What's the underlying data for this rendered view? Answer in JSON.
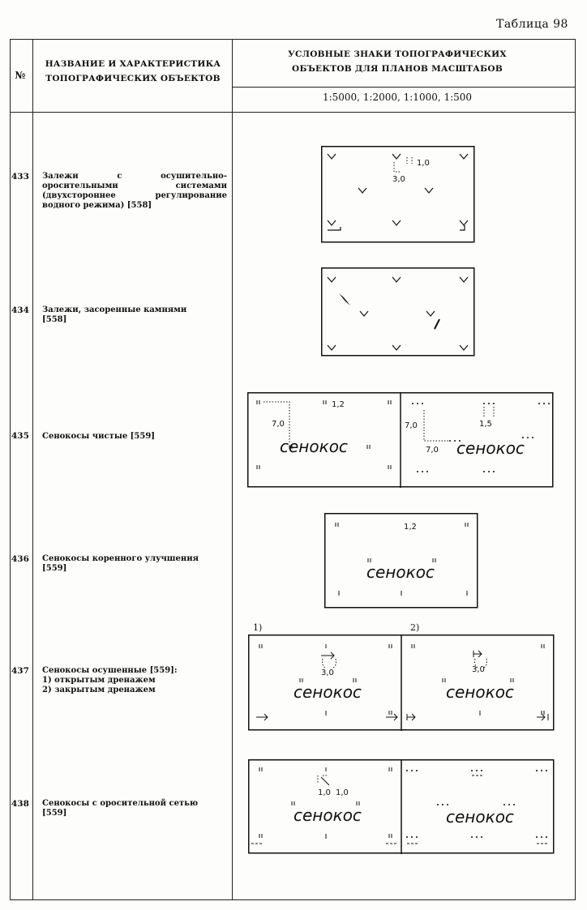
{
  "table_label": "Таблица 98",
  "header": {
    "number": "№",
    "name_line1": "НАЗВАНИЕ И ХАРАКТЕРИСТИКА",
    "name_line2": "ТОПОГРАФИЧЕСКИХ ОБЪЕКТОВ",
    "symbols_line1": "УСЛОВНЫЕ ЗНАКИ ТОПОГРАФИЧЕСКИХ",
    "symbols_line2": "ОБЪЕКТОВ ДЛЯ ПЛАНОВ МАСШТАБОВ",
    "scales": "1:5000, 1:2000, 1:1000, 1:500"
  },
  "rows": [
    {
      "number": "433",
      "description": "Залежи с осушительно-оросительными системами (двухстороннее регулирование водного режима) [558]"
    },
    {
      "number": "434",
      "description": "Залежи, засоренные камнями\n[558]"
    },
    {
      "number": "435",
      "description": "Сенокосы чистые [559]"
    },
    {
      "number": "436",
      "description": "Сенокосы коренного улучшения\n[559]"
    },
    {
      "number": "437",
      "description": "Сенокосы осушенные [559]:\n   1) открытым дренажем\n   2) закрытым дренажем"
    },
    {
      "number": "438",
      "description": "Сенокосы с оросительной сетью\n[559]"
    }
  ],
  "symbols": {
    "word": "сенокос",
    "d_1_0": "1,0",
    "d_3_0": "3,0",
    "d_1_2": "1,2",
    "d_7_0": "7,0",
    "d_1_5": "1,5",
    "variant_1": "1)",
    "variant_2": "2)"
  }
}
